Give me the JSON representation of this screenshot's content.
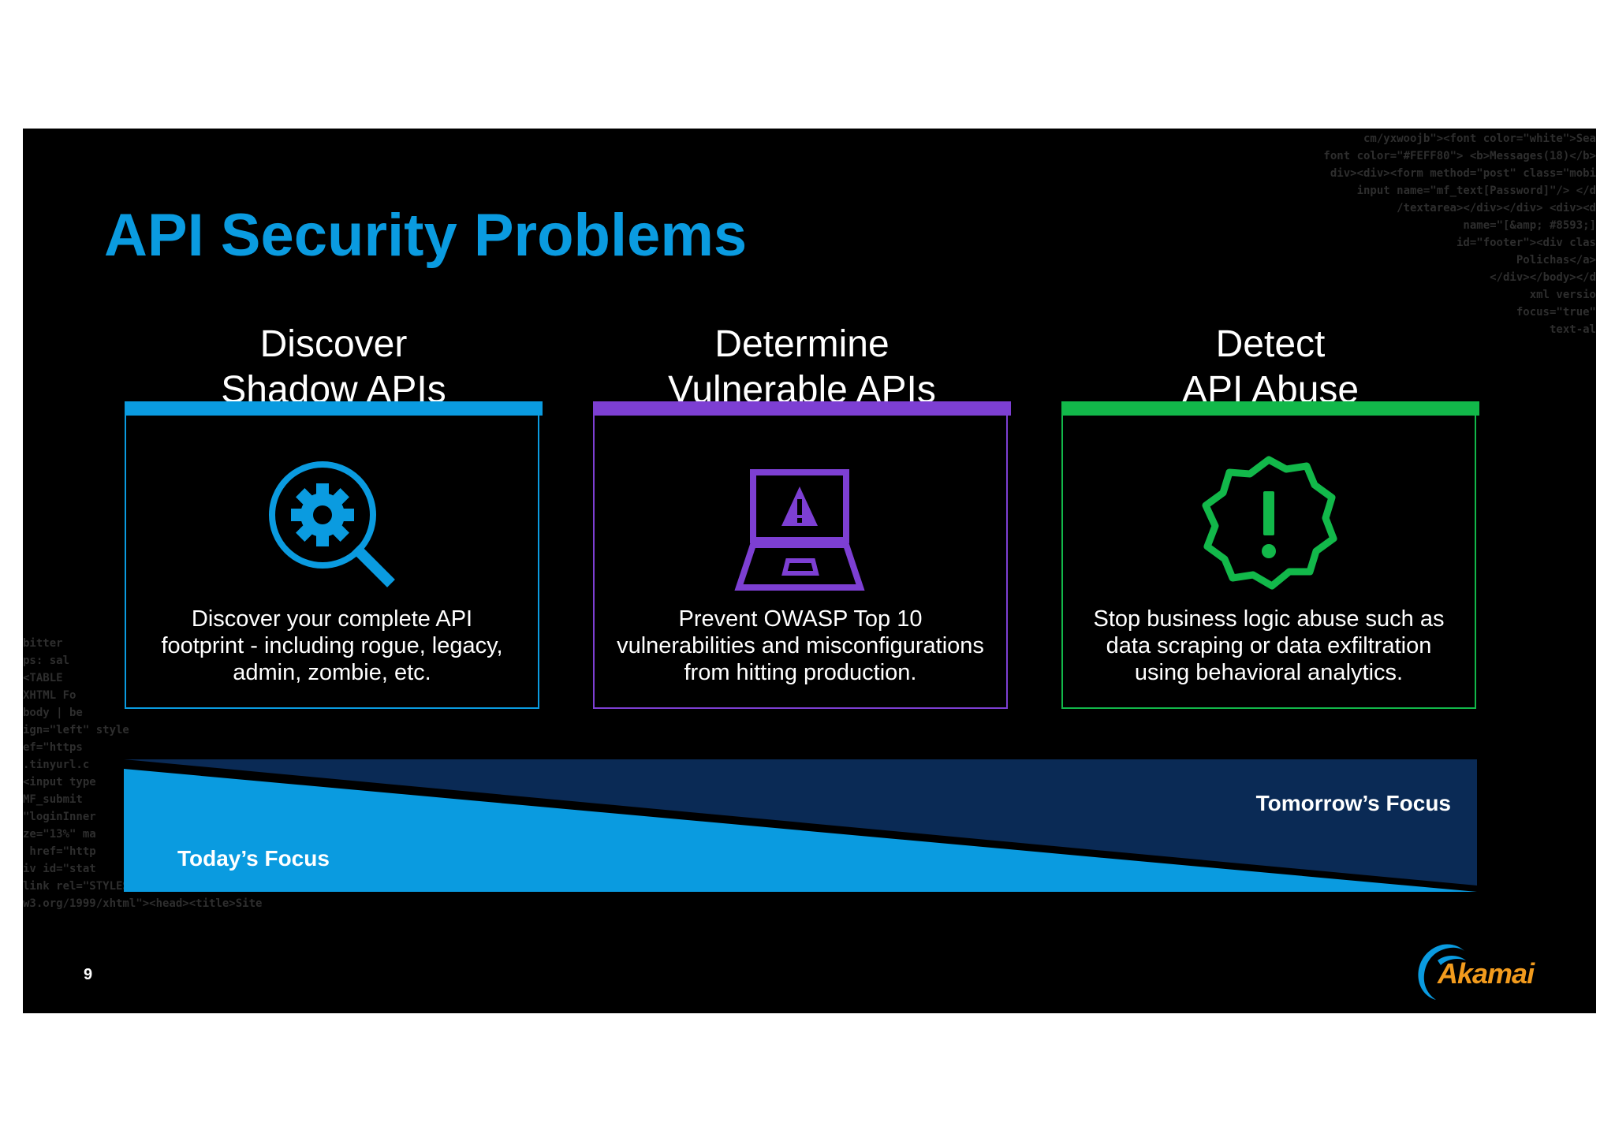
{
  "slide": {
    "title": "API Security Problems",
    "page_number": "9"
  },
  "columns": [
    {
      "heading_line1": "Discover",
      "heading_line2": "Shadow APIs",
      "icon": "magnifier-gear-icon",
      "accent": "#0a9be0",
      "desc_lines": [
        "Discover your complete API",
        "footprint - including rogue, legacy,",
        "admin, zombie, etc."
      ]
    },
    {
      "heading_line1": "Determine",
      "heading_line2": "Vulnerable APIs",
      "icon": "laptop-warning-icon",
      "accent": "#7d3fd3",
      "desc_lines": [
        "Prevent OWASP Top 10",
        "vulnerabilities and misconfigurations",
        "from hitting production."
      ]
    },
    {
      "heading_line1": "Detect",
      "heading_line2": "API Abuse",
      "icon": "alert-badge-icon",
      "accent": "#12b84a",
      "desc_lines": [
        "Stop business logic abuse such as",
        "data scraping or data exfiltration",
        "using behavioral analytics."
      ]
    }
  ],
  "focus": {
    "today_label": "Today’s Focus",
    "tomorrow_label": "Tomorrow’s Focus",
    "today_color": "#0a9be0",
    "tomorrow_color": "#0a2a55"
  },
  "brand": {
    "logo_text": "Akamai",
    "logo_color": "#f29b1d"
  }
}
